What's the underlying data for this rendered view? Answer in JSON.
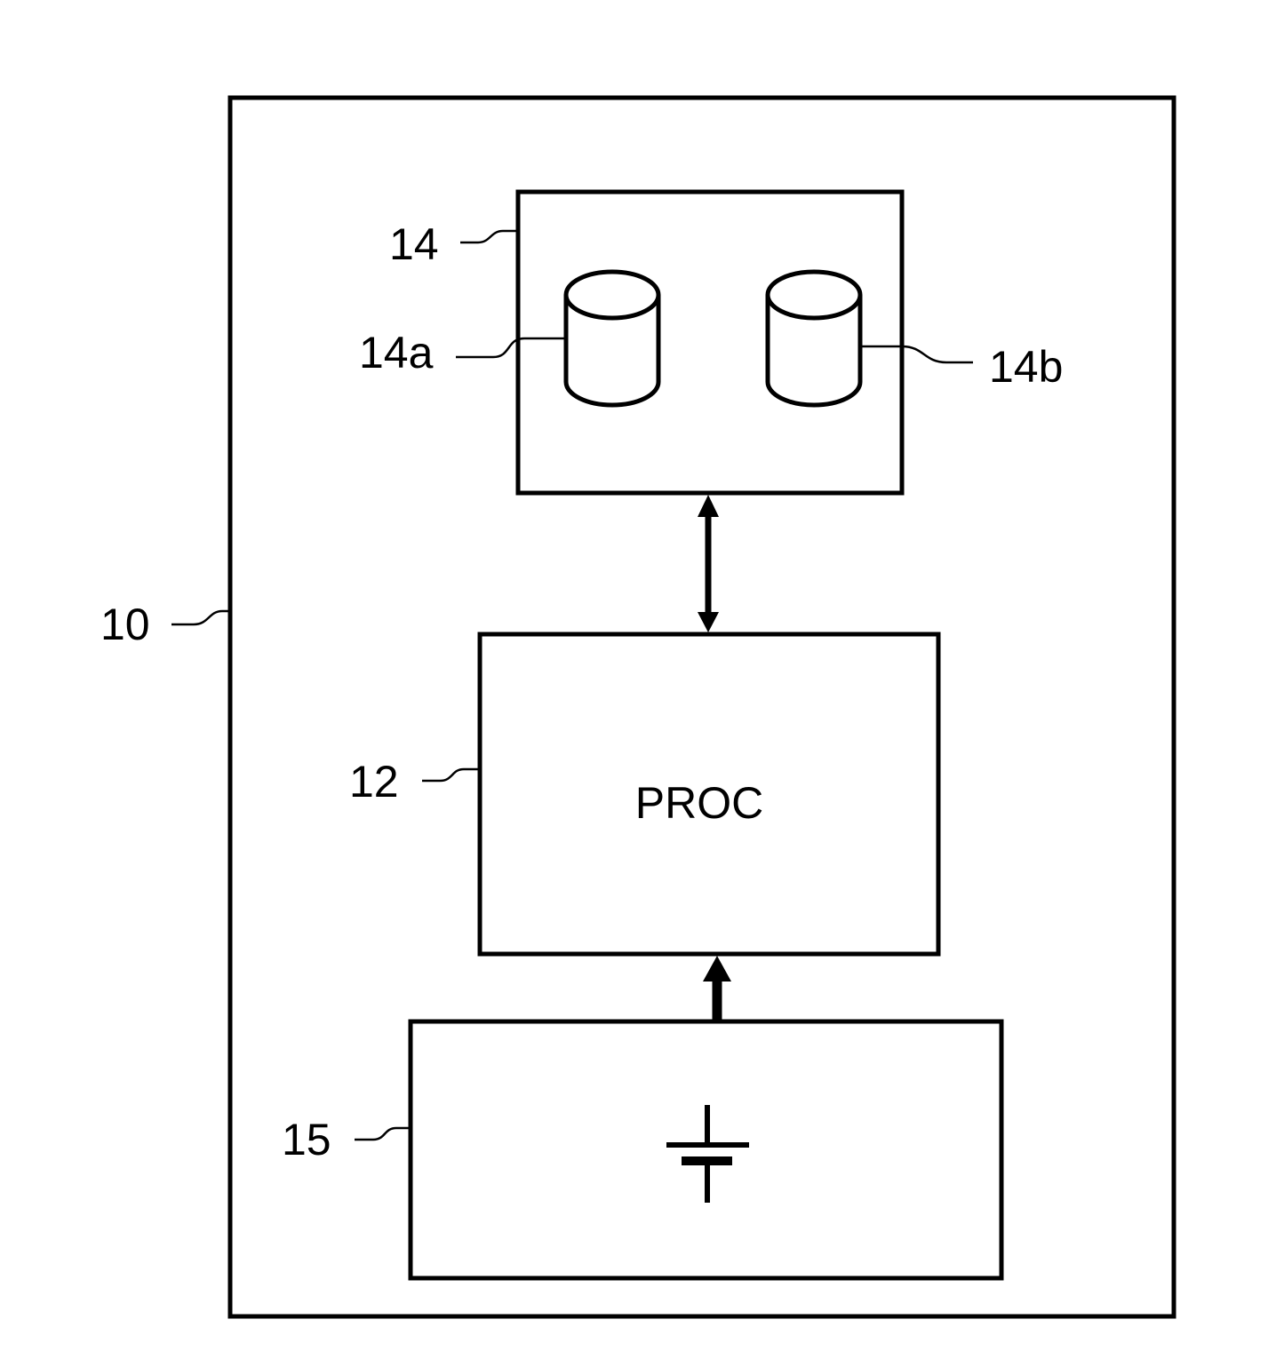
{
  "figure": {
    "device": {
      "ref": "10"
    },
    "memory": {
      "ref": "14",
      "databases": [
        {
          "ref": "14a"
        },
        {
          "ref": "14b"
        }
      ]
    },
    "processor": {
      "ref": "12",
      "label": "PROC"
    },
    "power_source": {
      "ref": "15",
      "icon": "battery-icon"
    },
    "connections": [
      {
        "from": "14",
        "to": "12",
        "type": "bidirectional"
      },
      {
        "from": "15",
        "to": "12",
        "type": "unidirectional"
      }
    ]
  }
}
